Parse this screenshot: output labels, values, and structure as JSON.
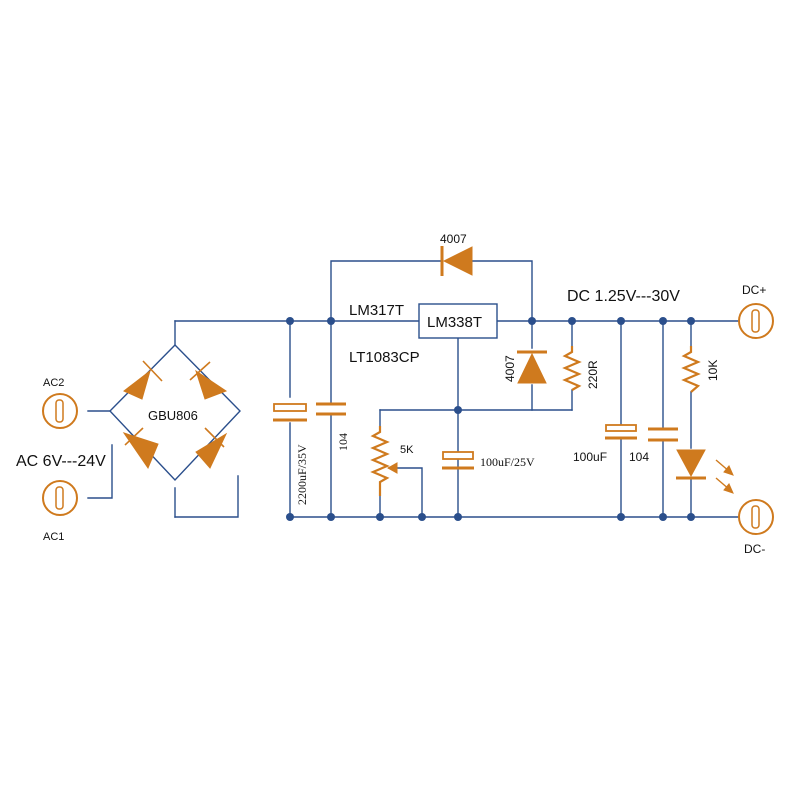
{
  "labels": {
    "ac2": "AC2",
    "ac1": "AC1",
    "ac_range": "AC 6V---24V",
    "bridge": "GBU806",
    "diode_top": "4007",
    "reg_lm317": "LM317T",
    "reg_lm338": "LM338T",
    "reg_lt1083": "LT1083CP",
    "dc_range": "DC 1.25V---30V",
    "dc_plus": "DC+",
    "dc_minus": "DC-",
    "cap_2200": "2200uF/35V",
    "cap_104_in": "104",
    "pot_5k": "5K",
    "cap_100_25": "100uF/25V",
    "diode_prot": "4007",
    "res_220r": "220R",
    "cap_100uf": "100uF",
    "cap_104_out": "104",
    "res_10k": "10K"
  },
  "colors": {
    "wire": "#2b4f8c",
    "component": "#cf7a1e"
  }
}
